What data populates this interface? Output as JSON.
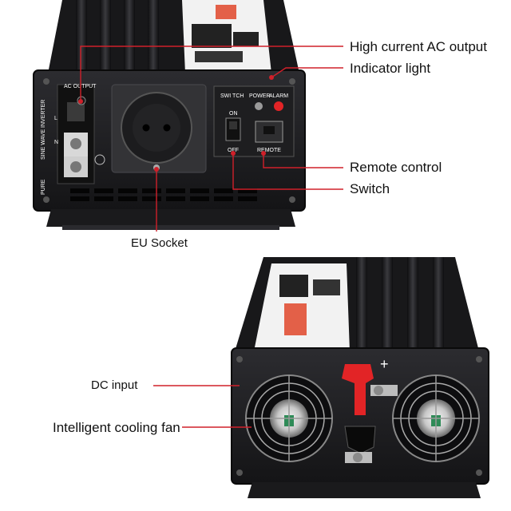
{
  "callouts": {
    "ac_output": "High current AC output",
    "indicator": "Indicator light",
    "remote": "Remote control",
    "switch": "Switch",
    "eu_socket": "EU Socket",
    "dc_input": "DC input",
    "cooling_fan": "Intelligent cooling fan"
  },
  "panel_text": {
    "ac_output": "AC OUTPUT",
    "switch": "SWI TCH",
    "on": "ON",
    "off": "OFF",
    "power": "POWER",
    "alarm": "ALARM",
    "remote": "REMOTE",
    "side_label": "SINE WAVE INVERTER",
    "pure": "PURE",
    "l": "L",
    "n": "N",
    "plus": "+"
  },
  "colors": {
    "callout_line": "#d0202a",
    "body": "#1c1c1e",
    "panel": "#2a2a2c"
  }
}
